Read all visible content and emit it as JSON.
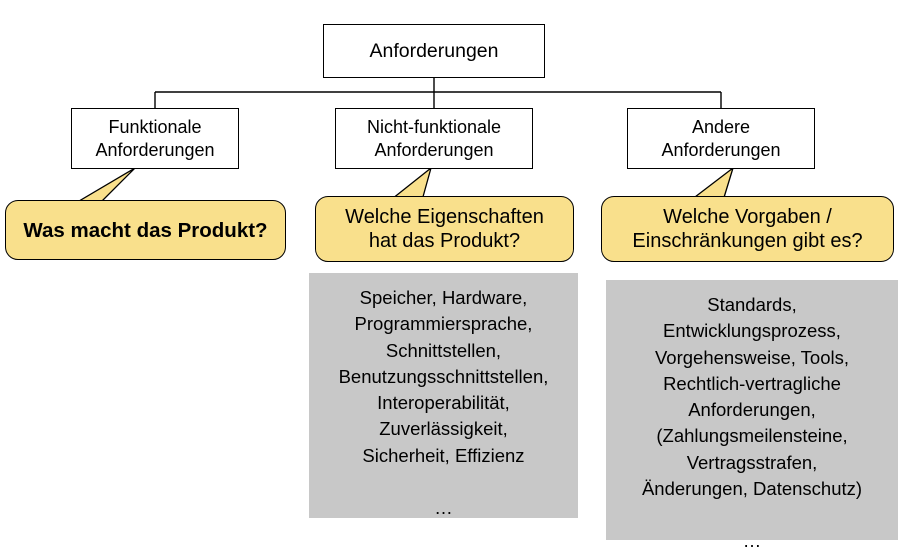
{
  "diagram": {
    "title": "Anforderungen",
    "type": "tree-with-callouts",
    "language": "de"
  },
  "tree": {
    "root": {
      "label": "Anforderungen"
    },
    "children": [
      {
        "id": "funktionale",
        "label": "Funktionale\nAnforderungen"
      },
      {
        "id": "nicht-funktionale",
        "label": "Nicht-funktionale\nAnforderungen"
      },
      {
        "id": "andere",
        "label": "Andere\nAnforderungen"
      }
    ]
  },
  "callouts": [
    {
      "id": "callout-funktionale",
      "text": "Was macht das Produkt?",
      "points_to": "funktionale"
    },
    {
      "id": "callout-nicht-funktionale",
      "text": "Welche Eigenschaften\nhat das Produkt?",
      "points_to": "nicht-funktionale"
    },
    {
      "id": "callout-andere",
      "text": "Welche Vorgaben /\nEinschränkungen gibt es?",
      "points_to": "andere"
    }
  ],
  "panels": [
    {
      "id": "panel-nicht-funktionale",
      "belongs_to": "nicht-funktionale",
      "text": "Speicher, Hardware,\nProgrammiersprache,\nSchnittstellen,\nBenutzungsschnittstellen,\nInteroperabilität,\nZuverlässigkeit,\nSicherheit, Effizienz\n\n…"
    },
    {
      "id": "panel-andere",
      "belongs_to": "andere",
      "text": "Standards,\nEntwicklungsprozess,\nVorgehensweise, Tools,\nRechtlich-vertragliche\nAnforderungen,\n(Zahlungsmeilensteine,\nVertragsstrafen,\nÄnderungen, Datenschutz)\n\n…"
    }
  ],
  "colors": {
    "callout_fill": "#f9e08c",
    "panel_fill": "#c8c8c8",
    "node_fill": "#ffffff",
    "line": "#000000"
  }
}
